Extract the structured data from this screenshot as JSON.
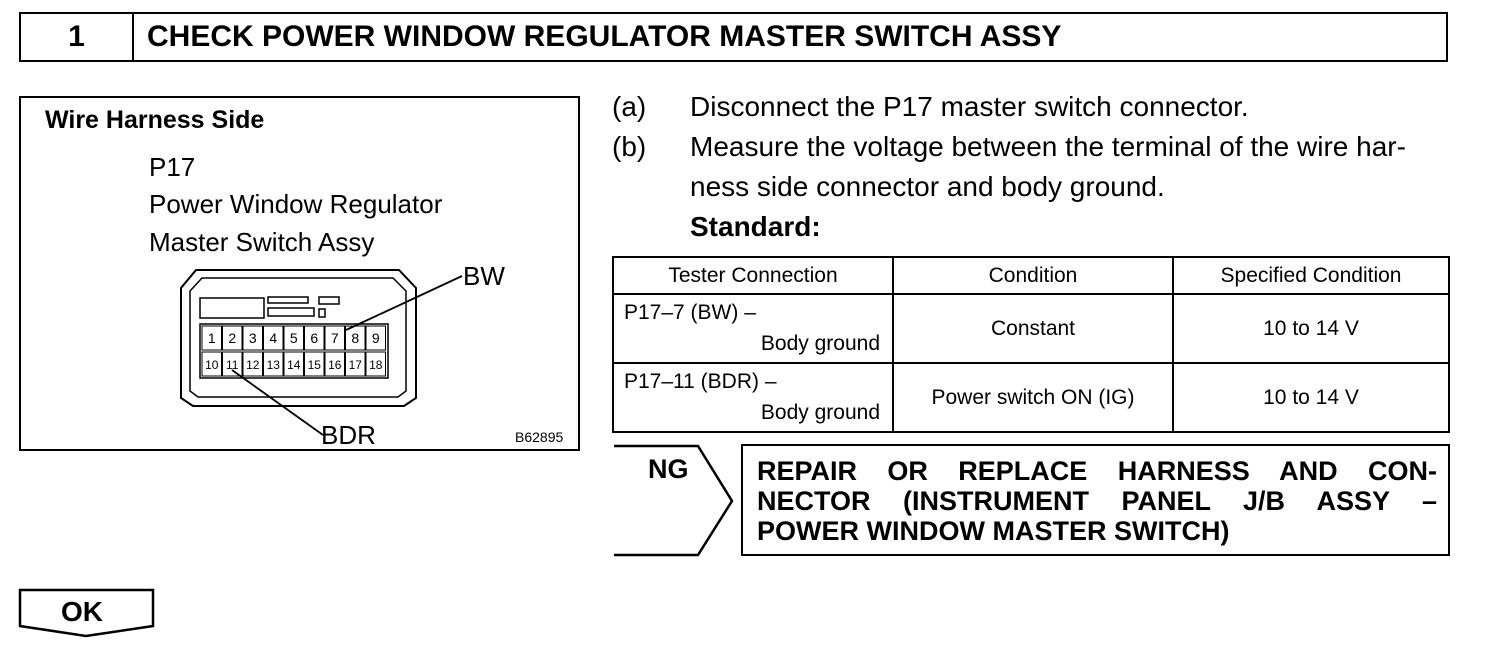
{
  "header": {
    "step_number": "1",
    "title": "CHECK POWER WINDOW REGULATOR MASTER SWITCH ASSY"
  },
  "diagram": {
    "heading": "Wire Harness Side",
    "connector_id": "P17",
    "part_name_line1": "Power Window Regulator",
    "part_name_line2": "Master Switch Assy",
    "pins_top": [
      "1",
      "2",
      "3",
      "4",
      "5",
      "6",
      "7",
      "8",
      "9"
    ],
    "pins_bottom": [
      "10",
      "11",
      "12",
      "13",
      "14",
      "15",
      "16",
      "17",
      "18"
    ],
    "callout_bw": "BW",
    "callout_bdr": "BDR",
    "figure_code": "B62895"
  },
  "steps": {
    "a_letter": "(a)",
    "a_text": "Disconnect the P17 master switch connector.",
    "b_letter": "(b)",
    "b_text_line1": "Measure the voltage between the terminal of the wire har-",
    "b_text_line2": "ness side connector and body ground.",
    "standard_label": "Standard:"
  },
  "table": {
    "headers": [
      "Tester Connection",
      "Condition",
      "Specified Condition"
    ],
    "rows": [
      {
        "connection_line1": "P17–7 (BW) –",
        "connection_line2": "Body ground",
        "condition": "Constant",
        "specified": "10 to 14 V"
      },
      {
        "connection_line1": "P17–11 (BDR) –",
        "connection_line2": "Body ground",
        "condition": "Power switch ON (IG)",
        "specified": "10 to 14 V"
      }
    ]
  },
  "ng_result": {
    "label": "NG",
    "line1": "REPAIR OR REPLACE HARNESS AND CON-",
    "line2": "NECTOR (INSTRUMENT PANEL J/B ASSY –",
    "line3": "POWER WINDOW MASTER SWITCH)"
  },
  "ok_result": {
    "label": "OK"
  }
}
